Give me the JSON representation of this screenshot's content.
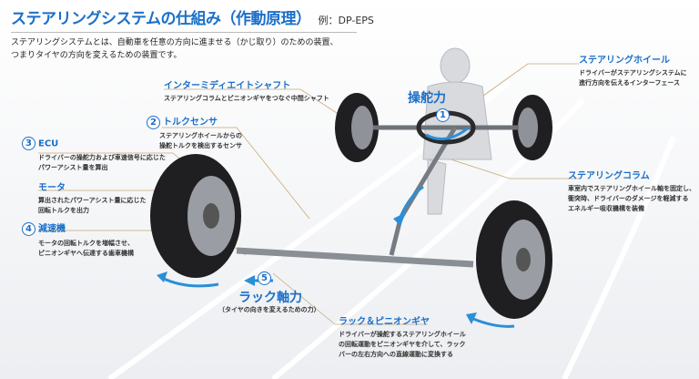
{
  "header": {
    "title": "ステアリングシステムの仕組み（作動原理）",
    "example": "例：DP-EPS",
    "description": [
      "ステアリングシステムとは、自動車を任意の方向に進ませる（かじ取り）のための装置、",
      "つまりタイヤの方向を変えるための装置です。"
    ]
  },
  "components": {
    "intermediate_shaft": {
      "title": "インターミディエイトシャフト",
      "text": [
        "ステアリングコラムとピニオンギヤをつなぐ中間シャフト"
      ]
    },
    "torque_sensor": {
      "number": "2",
      "title": "トルクセンサ",
      "text": [
        "ステアリングホイールからの",
        "操舵トルクを検出するセンサ"
      ]
    },
    "ecu": {
      "number": "3",
      "title": "ECU",
      "text": [
        "ドライバーの操舵力および車速信号に応じた",
        "パワーアシスト量を算出"
      ]
    },
    "motor": {
      "title": "モータ",
      "text": [
        "算出されたパワーアシスト量に応じた",
        "回転トルクを出力"
      ]
    },
    "reducer": {
      "number": "4",
      "title": "減速機",
      "text": [
        "モータの回転トルクを増幅させ、",
        "ピニオンギヤへ伝達する歯車機構"
      ]
    },
    "steering_wheel": {
      "title": "ステアリングホイール",
      "text": [
        "ドライバーがステアリングシステムに",
        "進行方向を伝えるインターフェース"
      ]
    },
    "steering_column": {
      "title": "ステアリングコラム",
      "text": [
        "車室内でステアリングホイール軸を固定し、",
        "衝突時、ドライバーのダメージを軽減する",
        "エネルギー吸収機構を装備"
      ]
    },
    "rack_pinion": {
      "title": "ラック＆ピニオンギヤ",
      "text": [
        "ドライバーが操舵するステアリングホイール",
        "の回転運動をピニオンギヤを介して、ラック",
        "バーの左右方向への直線運動に変換する"
      ]
    }
  },
  "forces": {
    "steering_force": {
      "number": "1",
      "label": "操舵力"
    },
    "rack_force": {
      "number": "5",
      "label": "ラック軸力",
      "sub": "（タイヤの向きを変えるための力）"
    }
  },
  "colors": {
    "accent": "#1a6fc9",
    "leader": "#c8a878"
  }
}
